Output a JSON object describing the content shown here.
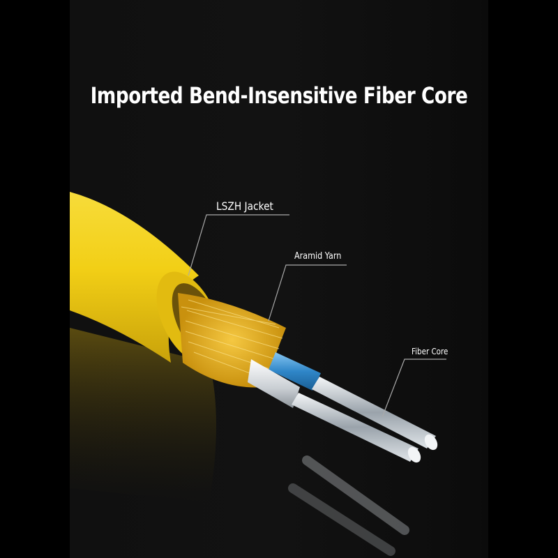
{
  "title": "Imported Bend-Insensitive Fiber Core",
  "labels": {
    "jacket": "LSZH Jacket",
    "yarn": "Aramid Yarn",
    "core": "Fiber Core"
  },
  "colors": {
    "jacket": "#f1cf14",
    "yarn": "#e8b81e",
    "tube_blue": "#3f9ad9",
    "tube_white": "#e8ecef",
    "background": "#101010"
  }
}
